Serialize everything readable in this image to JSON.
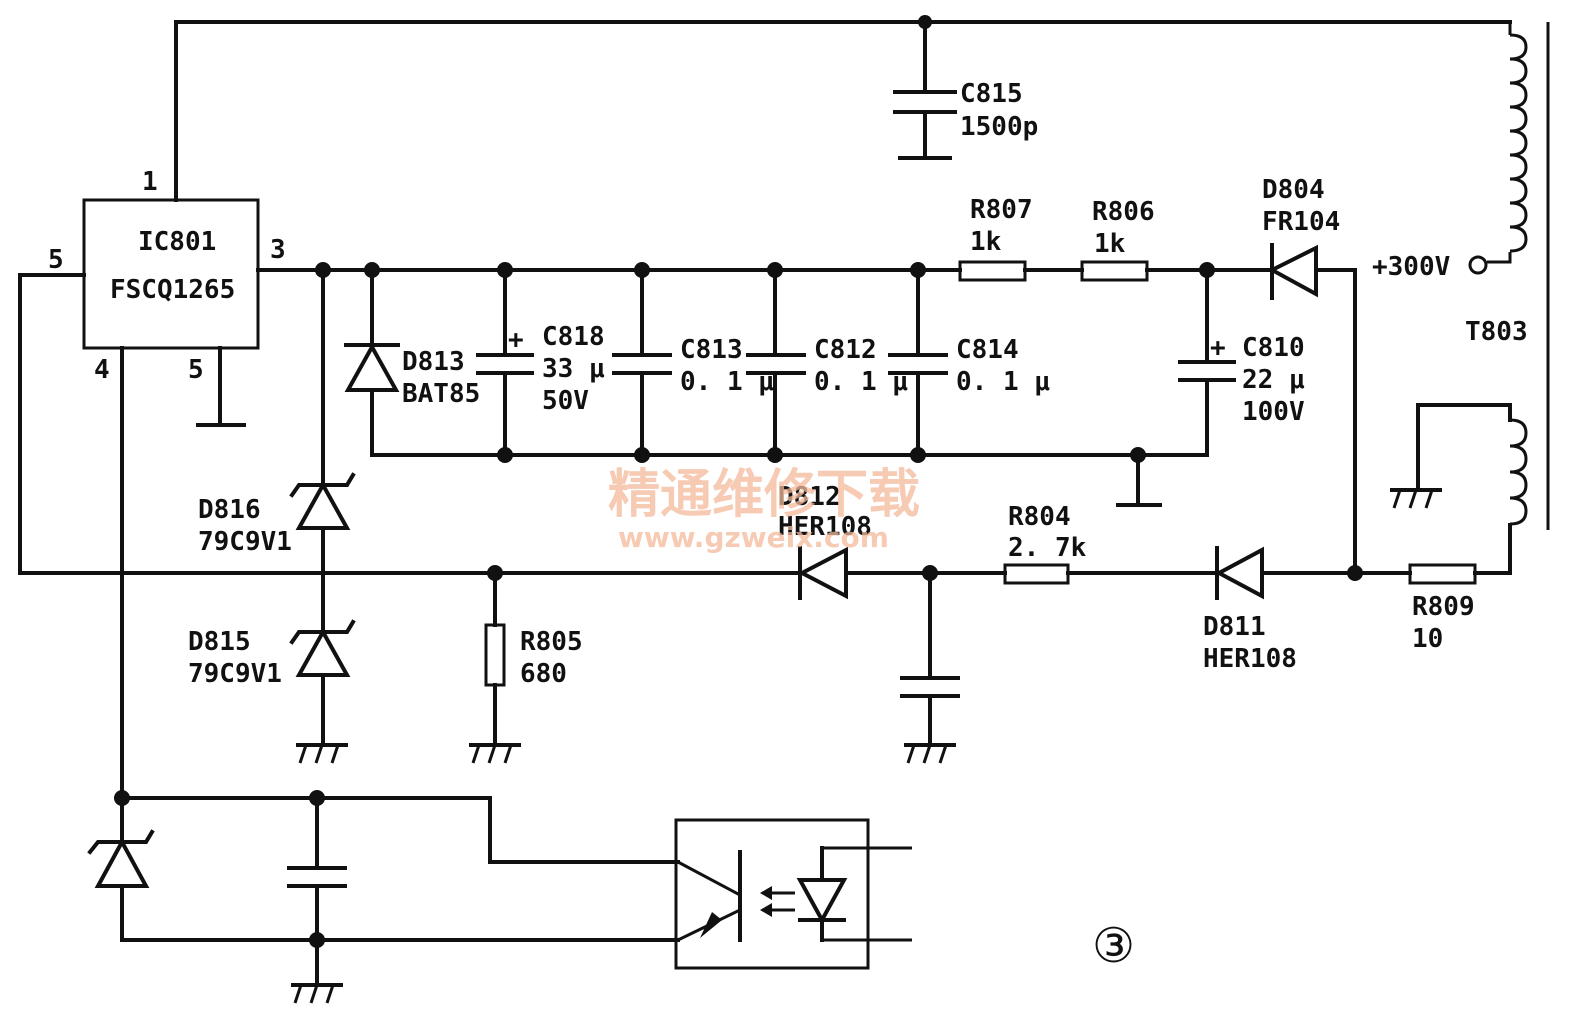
{
  "ic": {
    "ref": "IC801",
    "part": "FSCQ1265",
    "pin1": "1",
    "pin3": "3",
    "pin4": "4",
    "pin5a": "5",
    "pin5b": "5"
  },
  "c815": {
    "ref": "C815",
    "value": "1500p"
  },
  "r807": {
    "ref": "R807",
    "value": "1k"
  },
  "r806": {
    "ref": "R806",
    "value": "1k"
  },
  "d804": {
    "ref": "D804",
    "part": "FR104"
  },
  "vin": "+300V",
  "t803": "T803",
  "d813": {
    "ref": "D813",
    "part": "BAT85"
  },
  "c818": {
    "ref": "C818",
    "value": "33 μ",
    "voltage": "50V"
  },
  "c813": {
    "ref": "C813",
    "value": "0. 1 μ"
  },
  "c812": {
    "ref": "C812",
    "value": "0. 1 μ"
  },
  "c814": {
    "ref": "C814",
    "value": "0. 1 μ"
  },
  "c810": {
    "ref": "C810",
    "value": "22 μ",
    "voltage": "100V"
  },
  "d816": {
    "ref": "D816",
    "part": "79C9V1"
  },
  "d815": {
    "ref": "D815",
    "part": "79C9V1"
  },
  "d812": {
    "ref": "D812",
    "part": "HER108"
  },
  "r804": {
    "ref": "R804",
    "value": "2. 7k"
  },
  "d811": {
    "ref": "D811",
    "part": "HER108"
  },
  "r809": {
    "ref": "R809",
    "value": "10"
  },
  "r805": {
    "ref": "R805",
    "value": "680"
  },
  "watermark": {
    "title": "精通维修下载",
    "url": "www.gzweix.com"
  },
  "figure_number": "③"
}
